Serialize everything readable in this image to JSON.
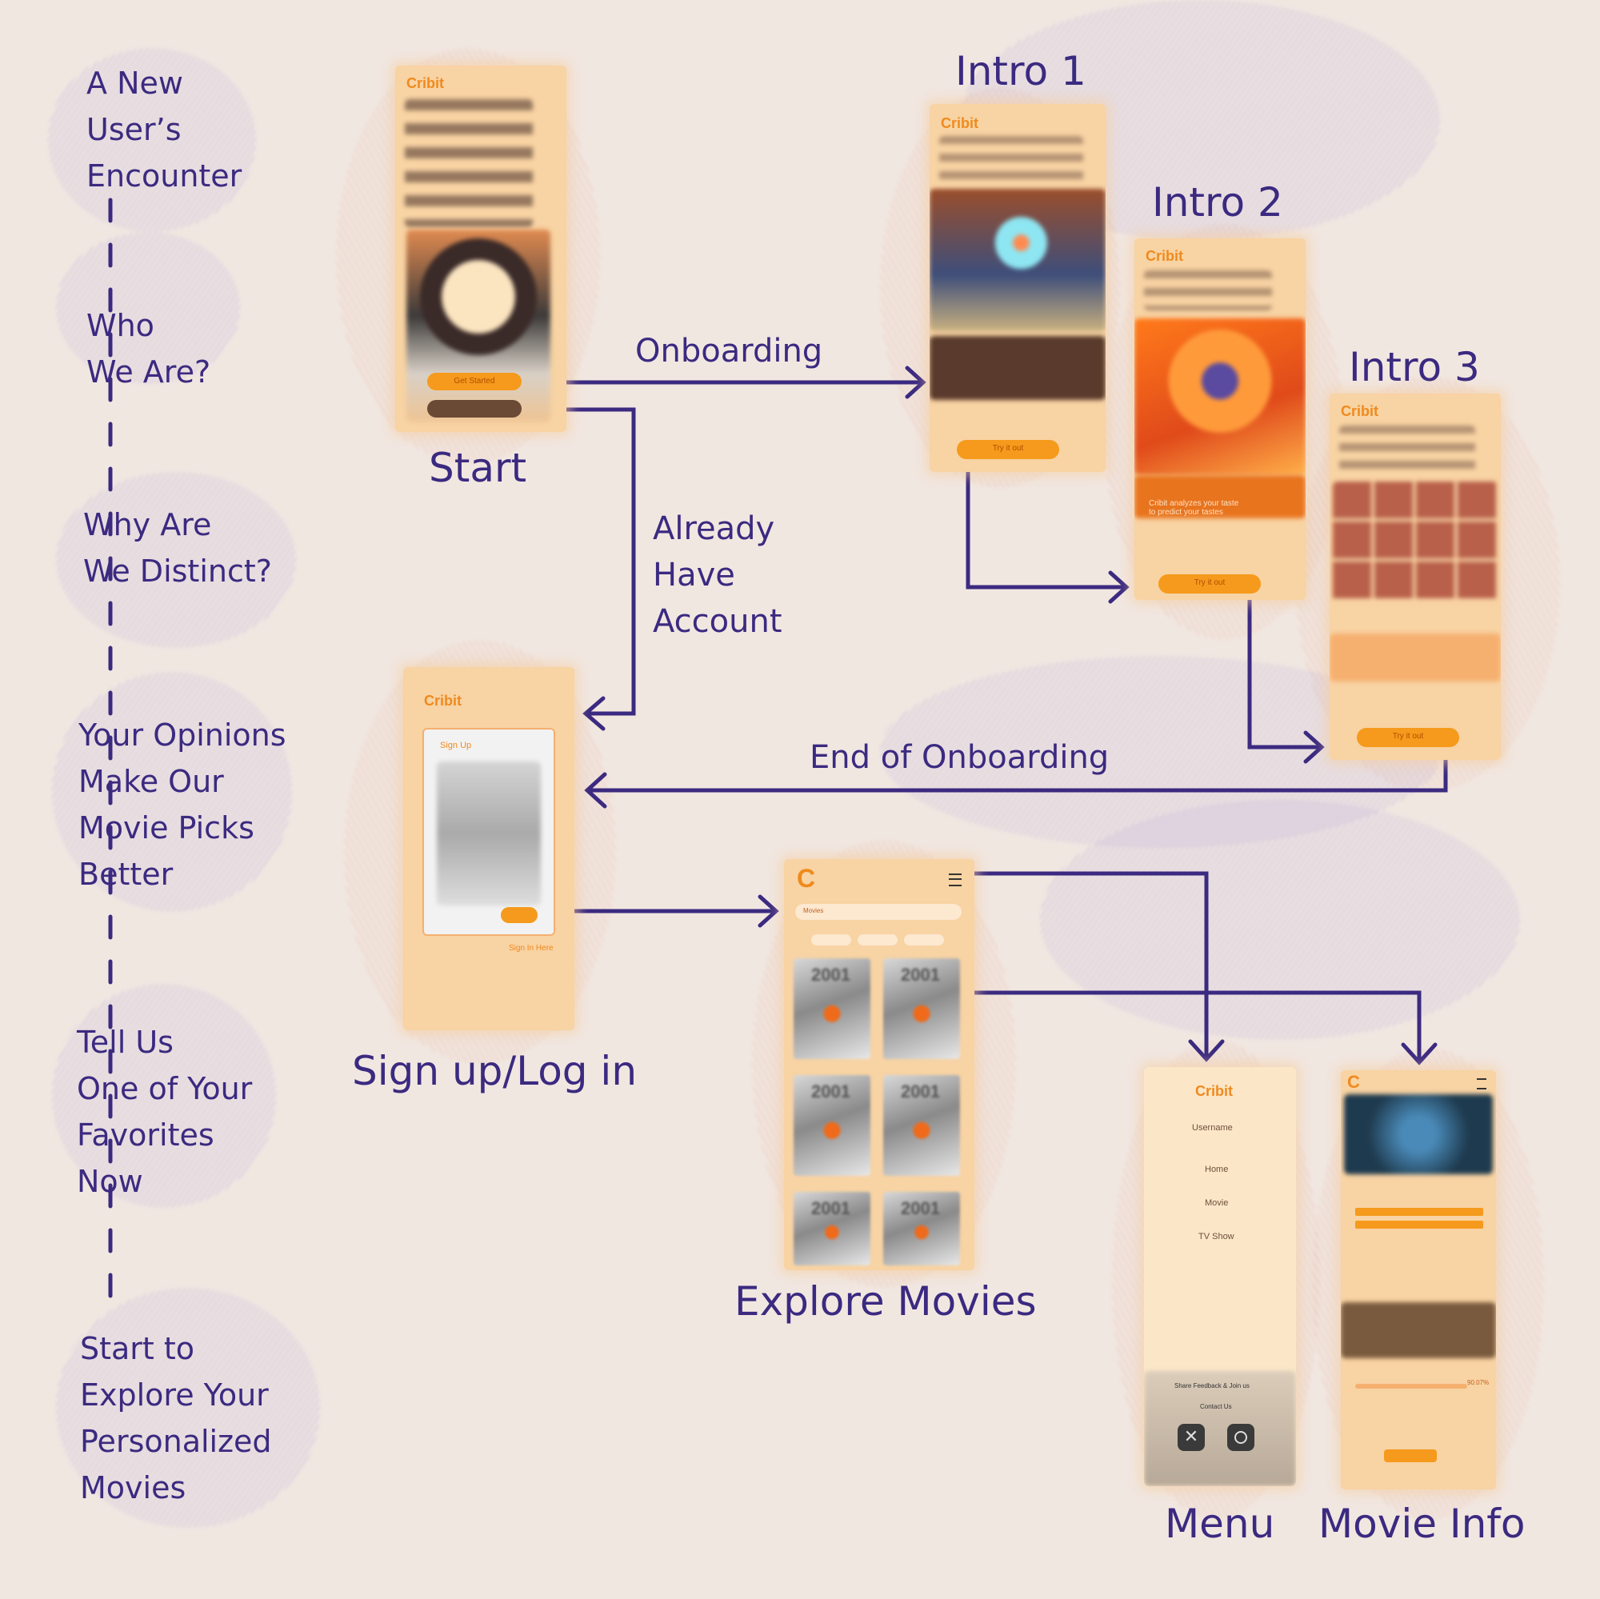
{
  "sidebar": {
    "steps": [
      "A New\nUser’s\nEncounter",
      "Who\nWe Are?",
      "Why Are\nWe Distinct?",
      "Your Opinions\nMake Our\nMovie Picks\nBetter",
      "Tell Us\nOne of Your\nFavorites\nNow",
      "Start to\nExplore Your\nPersonalized\nMovies"
    ]
  },
  "screens": {
    "start": "Start",
    "intro1": "Intro 1",
    "intro2": "Intro 2",
    "intro3": "Intro 3",
    "signup": "Sign up/Log in",
    "explore": "Explore Movies",
    "menu": "Menu",
    "movie_info": "Movie Info"
  },
  "flows": {
    "onboarding": "Onboarding",
    "already_have_account": "Already\nHave\nAccount",
    "end_of_onboarding": "End of Onboarding"
  },
  "mockups": {
    "brand": "Cribit",
    "start_button": "Get Started",
    "intro1_button": "Try it out",
    "intro2_button": "Try it out",
    "intro2_caption": "Cribit analyzes your taste\nto predict your tastes",
    "intro3_button": "Try it out",
    "signup_title": "Sign Up",
    "signup_link": "Sign In Here",
    "explore_logo": "C",
    "explore_tab": "Movies",
    "poster_year": "2001",
    "menu_items": [
      "Username",
      "Home",
      "Movie",
      "TV Show"
    ],
    "menu_share": "Share Feedback & Join us",
    "menu_contact": "Contact Us",
    "info_percent": "90.07%"
  },
  "colors": {
    "background": "#f1e7e1",
    "ink": "#3b2a80",
    "accent": "#f59a1c",
    "screen": "#f8d3a3"
  }
}
